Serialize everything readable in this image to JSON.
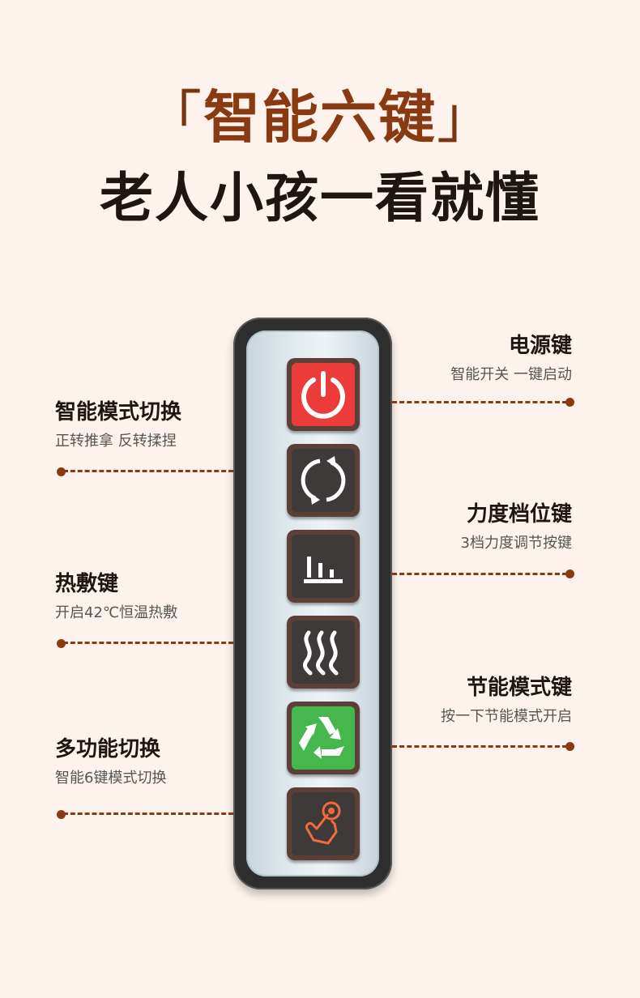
{
  "heading": {
    "bracket_open": "「",
    "title": "智能六键",
    "bracket_close": "」",
    "subtitle": "老人小孩一看就懂"
  },
  "keys": [
    {
      "icon": "power-icon",
      "color": "#ec3b3b"
    },
    {
      "icon": "rotate-icon",
      "color": "#3d3a39"
    },
    {
      "icon": "intensity-bars-icon",
      "color": "#3d3a39"
    },
    {
      "icon": "heat-waves-icon",
      "color": "#3d3a39"
    },
    {
      "icon": "recycle-icon",
      "color": "#45b74c"
    },
    {
      "icon": "hand-touch-icon",
      "color": "#3d3a39"
    }
  ],
  "annotations": {
    "power": {
      "name": "电源键",
      "desc": "智能开关 一键启动"
    },
    "mode": {
      "name": "智能模式切换",
      "desc": "正转推拿 反转揉捏"
    },
    "strength": {
      "name": "力度档位键",
      "desc": "3档力度调节按键"
    },
    "heat": {
      "name": "热敷键",
      "desc": "开启42℃恒温热敷"
    },
    "eco": {
      "name": "节能模式键",
      "desc": "按一下节能模式开启"
    },
    "multi": {
      "name": "多功能切换",
      "desc": "智能6键模式切换"
    }
  },
  "colors": {
    "accent": "#8a3a12",
    "background": "#fdf3ec",
    "text": "#1e1612"
  }
}
